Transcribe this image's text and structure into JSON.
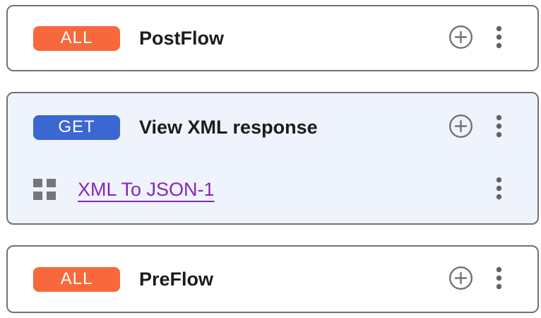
{
  "colors": {
    "all_badge_bg": "#F7693C",
    "get_badge_bg": "#3B67D2",
    "badge_text": "#FFFFFF",
    "selected_card_bg": "#EFF3FB",
    "card_bg": "#FFFFFF",
    "card_border": "#6F7377",
    "title_text": "#1C1C1C",
    "policy_link": "#8527BD",
    "icon_gray": "#6B6E72"
  },
  "cards": [
    {
      "id": "postflow",
      "method": "ALL",
      "badge_bg": "#F7693C",
      "title": "PostFlow",
      "selected": false
    },
    {
      "id": "view-xml-response",
      "method": "GET",
      "badge_bg": "#3B67D2",
      "title": "View XML response",
      "selected": true,
      "policies": [
        {
          "name": "XML To JSON-1"
        }
      ]
    },
    {
      "id": "preflow",
      "method": "ALL",
      "badge_bg": "#F7693C",
      "title": "PreFlow",
      "selected": false
    }
  ],
  "icons": {
    "add": "add-circle-icon",
    "menu": "kebab-menu-icon",
    "policy": "grid-icon"
  }
}
